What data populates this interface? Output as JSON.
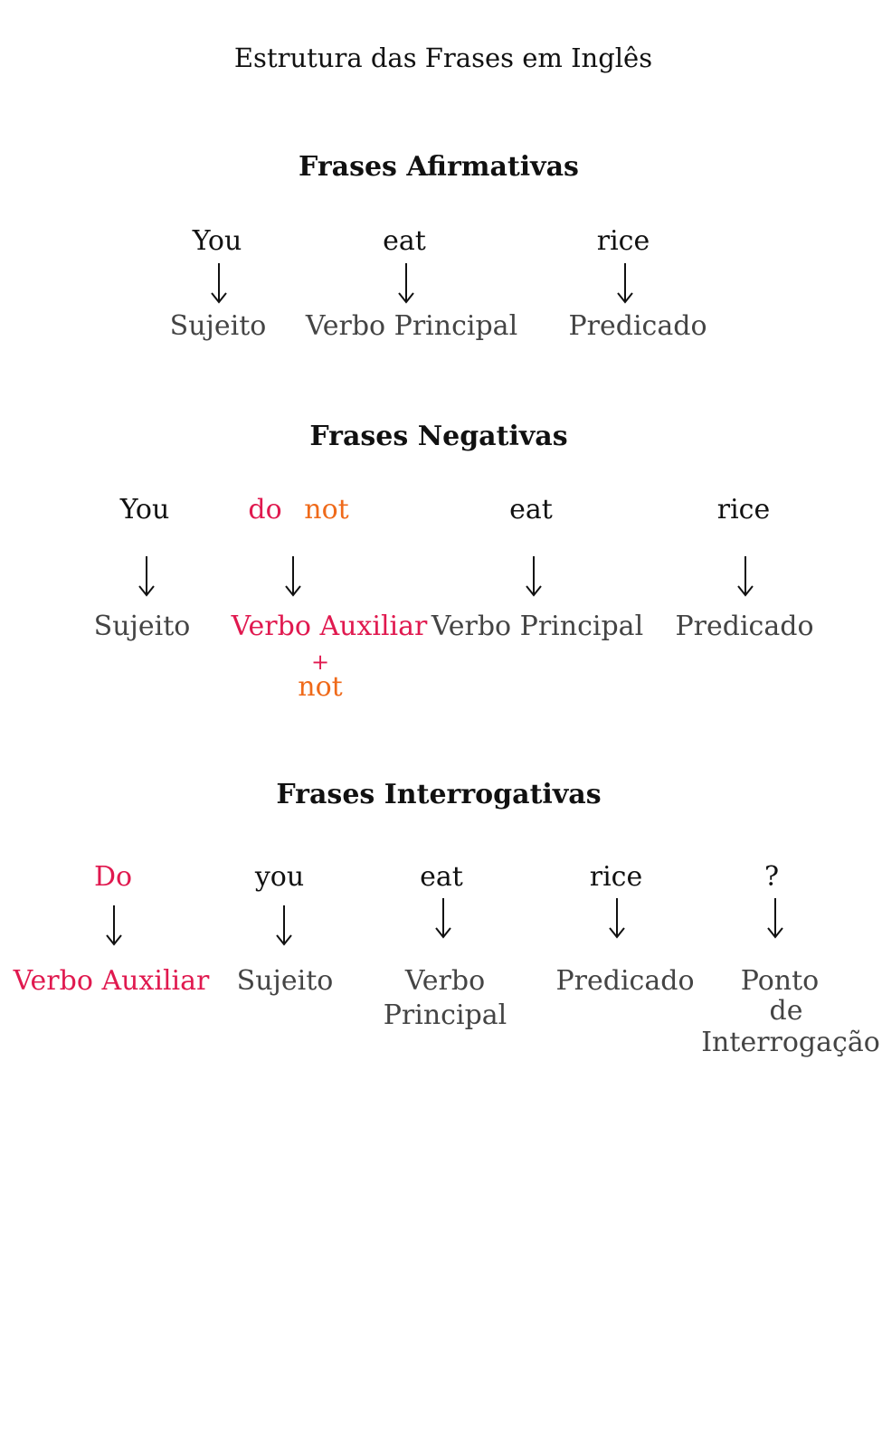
{
  "title": "Estrutura das Frases em Inglês",
  "affirmative": {
    "heading": "Frases Afirmativas",
    "words": [
      "You",
      "eat",
      "rice"
    ],
    "roles": [
      "Sujeito",
      "Verbo Principal",
      "Predicado"
    ]
  },
  "negative": {
    "heading": "Frases Negativas",
    "words": [
      "You",
      "do",
      "not",
      "eat",
      "rice"
    ],
    "roles": [
      "Sujeito",
      "Verbo Auxiliar",
      "Verbo Principal",
      "Predicado"
    ],
    "plus": "+",
    "not_label": "not"
  },
  "interrogative": {
    "heading": "Frases Interrogativas",
    "words": [
      "Do",
      "you",
      "eat",
      "rice",
      "?"
    ],
    "roles": [
      "Verbo Auxiliar",
      "Sujeito",
      "Verbo",
      "Principal",
      "Predicado",
      "Ponto",
      "de",
      "Interrogação"
    ]
  },
  "colors": {
    "auxiliary": "#e0194f",
    "not": "#ef6a1a",
    "text": "#1a1a1a",
    "role": "#444444"
  },
  "icons": {
    "arrow": "arrow-down-icon"
  }
}
